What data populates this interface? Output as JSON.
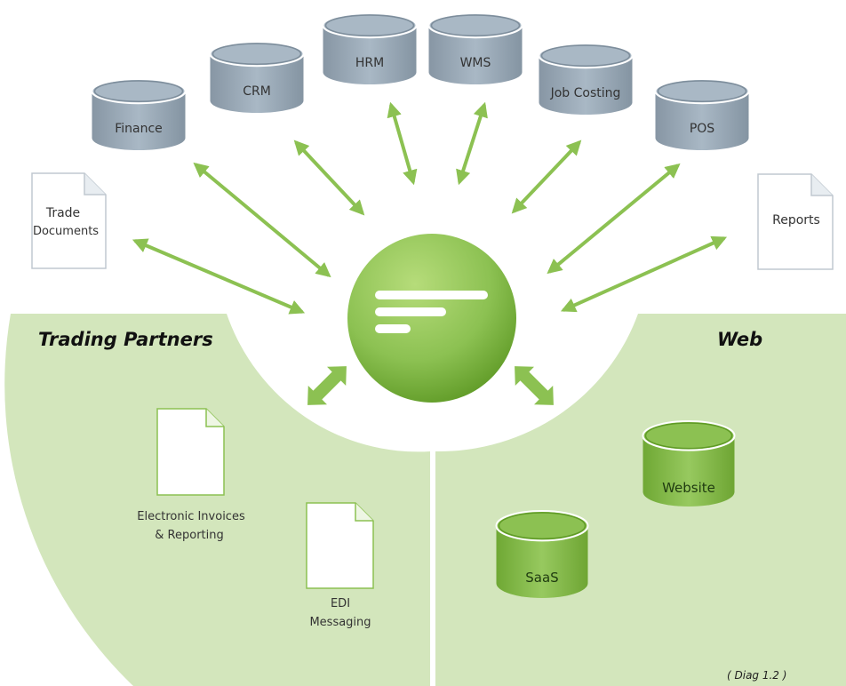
{
  "colors": {
    "panel": "#d3e6bc",
    "arrow": "#8cc152",
    "hub": "#7fb83a",
    "db_gray": "#9aabb9",
    "db_green": "#8cc152"
  },
  "top_systems": [
    {
      "id": "finance",
      "label": "Finance",
      "icon": "database-icon"
    },
    {
      "id": "crm",
      "label": "CRM",
      "icon": "database-icon"
    },
    {
      "id": "hrm",
      "label": "HRM",
      "icon": "database-icon"
    },
    {
      "id": "wms",
      "label": "WMS",
      "icon": "database-icon"
    },
    {
      "id": "job-costing",
      "label": "Job Costing",
      "icon": "database-icon"
    },
    {
      "id": "pos",
      "label": "POS",
      "icon": "database-icon"
    }
  ],
  "documents": {
    "trade": {
      "line1": "Trade",
      "line2": "Documents",
      "icon": "document-icon"
    },
    "reports": {
      "label": "Reports",
      "icon": "document-icon"
    }
  },
  "hub": {
    "icon": "integration-hub-icon"
  },
  "trading_partners": {
    "heading": "Trading Partners",
    "invoices": {
      "line1": "Electronic Invoices",
      "line2": "& Reporting",
      "icon": "document-icon"
    },
    "edi": {
      "line1": "EDI",
      "line2": "Messaging",
      "icon": "document-icon"
    }
  },
  "web": {
    "heading": "Web",
    "website": {
      "label": "Website",
      "icon": "database-icon"
    },
    "saas": {
      "label": "SaaS",
      "icon": "database-icon"
    }
  },
  "caption": "( Diag 1.2 )"
}
